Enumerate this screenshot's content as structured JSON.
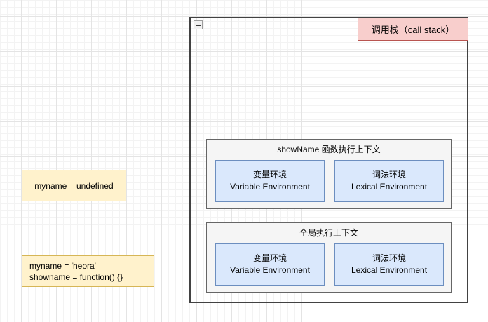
{
  "diagram": {
    "call_stack": {
      "title": "调用栈（call stack）",
      "collapse_icon": "minus-icon",
      "execution_contexts": [
        {
          "title": "showName 函数执行上下文",
          "environments": [
            {
              "name_cn": "变量环境",
              "name_en": "Variable Environment"
            },
            {
              "name_cn": "词法环境",
              "name_en": "Lexical Environment"
            }
          ]
        },
        {
          "title": "全局执行上下文",
          "environments": [
            {
              "name_cn": "变量环境",
              "name_en": "Variable Environment"
            },
            {
              "name_cn": "词法环境",
              "name_en": "Lexical Environment"
            }
          ]
        }
      ]
    },
    "notes": [
      {
        "lines": [
          "myname = undefined"
        ]
      },
      {
        "lines": [
          "myname = 'heora'",
          "showname = function() {}"
        ]
      }
    ],
    "colors": {
      "call_stack_title_fill": "#f8cecc",
      "call_stack_title_border": "#b85450",
      "context_fill": "#f5f5f5",
      "context_border": "#666666",
      "environment_fill": "#dae8fc",
      "environment_border": "#6c8ebf",
      "note_fill": "#fff2cc",
      "note_border": "#d6b656",
      "container_border": "#424242"
    }
  }
}
